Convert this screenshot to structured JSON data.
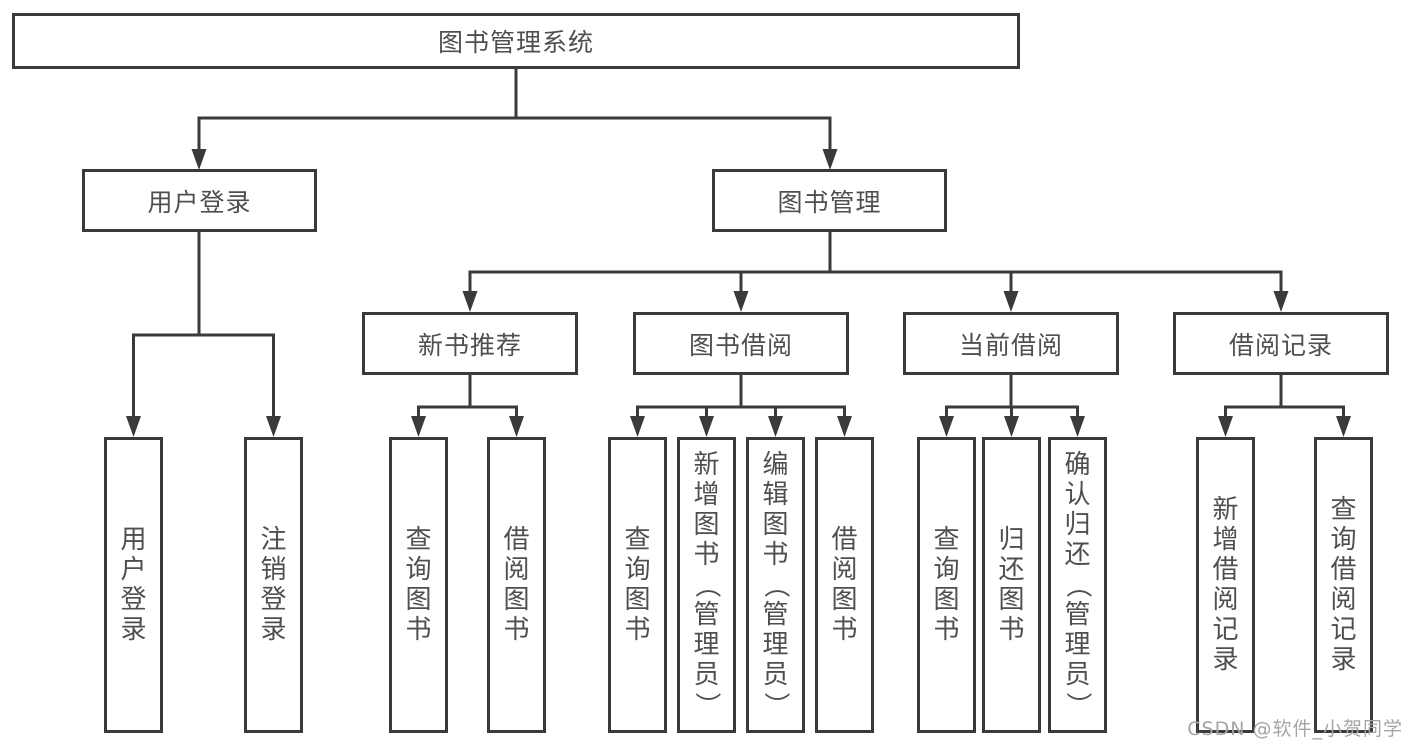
{
  "diagram_title": "图书管理系统",
  "colors": {
    "line": "#3a3a3a",
    "box_border": "#3a3a3a",
    "text": "#4f4f4f",
    "background": "#ffffff",
    "watermark": "#a5a5a5"
  },
  "nodes": {
    "root": "图书管理系统",
    "user_login": "用户登录",
    "book_management": "图书管理",
    "new_book_recommend": "新书推荐",
    "book_borrowing": "图书借阅",
    "current_borrowing": "当前借阅",
    "borrowing_records": "借阅记录",
    "leaf_user_login": "用户登录",
    "leaf_logout": "注销登录",
    "leaf_nb_query_books": "查询图书",
    "leaf_nb_borrow_books": "借阅图书",
    "leaf_bb_query_books": "查询图书",
    "leaf_bb_add_books": "新增图书（管理员）",
    "leaf_bb_edit_books": "编辑图书（管理员）",
    "leaf_bb_borrow_books": "借阅图书",
    "leaf_cb_query_books": "查询图书",
    "leaf_cb_return_books": "归还图书",
    "leaf_cb_confirm_return": "确认归还（管理员）",
    "leaf_br_add_record": "新增借阅记录",
    "leaf_br_query_record": "查询借阅记录"
  },
  "watermark": "CSDN @软件_小贺同学"
}
